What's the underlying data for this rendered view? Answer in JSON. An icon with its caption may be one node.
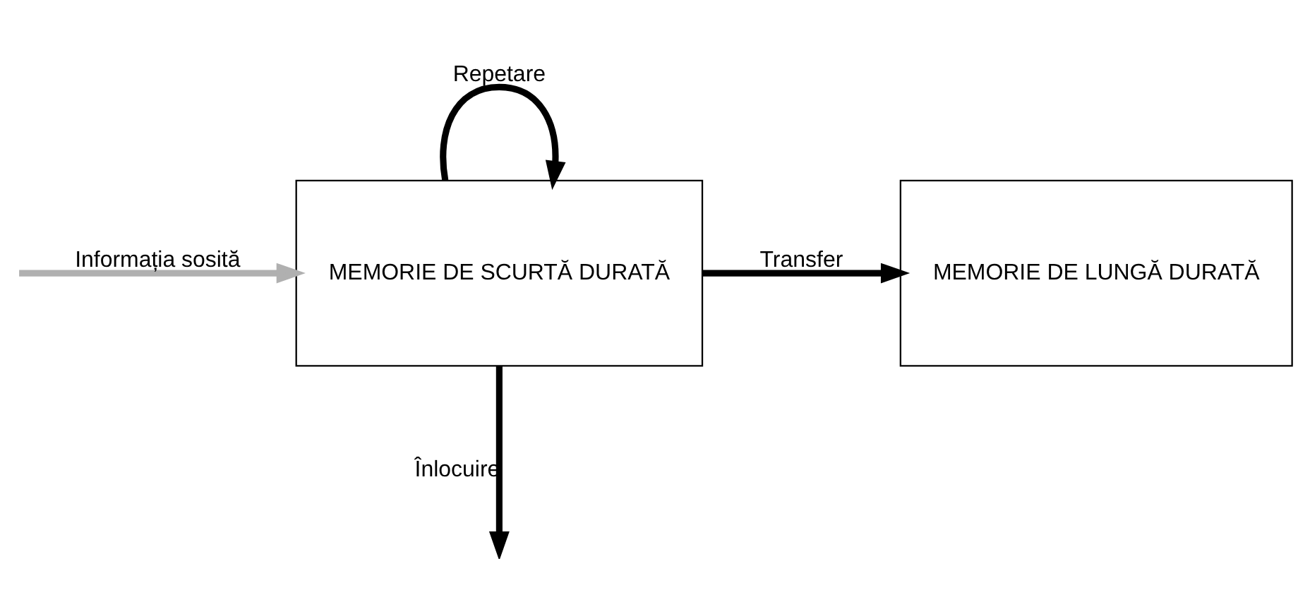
{
  "diagram": {
    "nodes": [
      {
        "text": [
          "MEMORIE DE SCURTĂ DURATĂ"
        ]
      },
      {
        "text": [
          "MEMORIE DE LUNGĂ DURATĂ"
        ]
      }
    ],
    "edges": [
      {
        "from": null,
        "to": 0,
        "arrow": "to",
        "label": "Informația sosită",
        "color": "#b0b0b0"
      },
      {
        "from": 0,
        "to": 0,
        "arrow": "to",
        "label": "Repetare"
      },
      {
        "from": 0,
        "to": 1,
        "arrow": "to",
        "label": "Transfer"
      },
      {
        "from": 0,
        "to": null,
        "arrow": "to",
        "label": "Înlocuire"
      }
    ]
  }
}
